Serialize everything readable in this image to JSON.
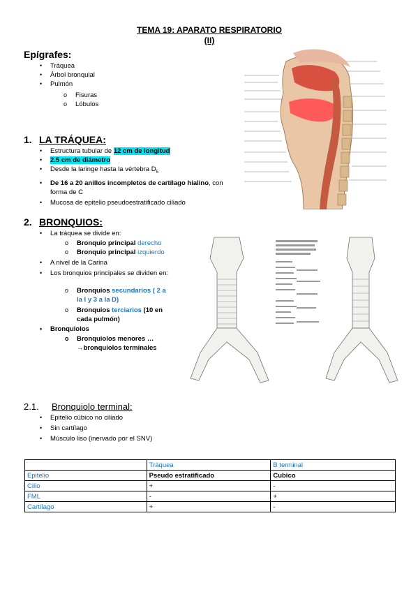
{
  "doc": {
    "title_line1": "TEMA 19: APARATO RESPIRATORIO",
    "title_line2": "(II)"
  },
  "epigrafes": {
    "heading": "Epígrafes:",
    "items": [
      "Tráquea",
      "Árbol bronquial",
      "Pulmón"
    ],
    "sub_items": [
      "Fisuras",
      "Lóbulos"
    ]
  },
  "traquea": {
    "number": "1.",
    "heading": "LA TRÁQUEA:",
    "b1_pre": "Estructura tubular de ",
    "b1_hl": "12 cm de longitud",
    "b2_hl": "2.5 cm de diámetro",
    "b3": "Desde la laringe hasta la vértebra D",
    "b3_sub": "5",
    "b4_bold": "De 16 a 20 anillos incompletos de cartílago hialino",
    "b4_rest": ", con forma de C",
    "b5": "Mucosa de epitelio pseudoestratificado ciliado"
  },
  "bronquios": {
    "number": "2.",
    "heading": "BRONQUIOS:",
    "b1": "La tráquea se divide en:",
    "s1_bold": "Bronquio principal ",
    "s1_blue": "derecho",
    "s2_bold": "Bronquio principal ",
    "s2_blue": "izquierdo",
    "b2": "A nivel de la Carina",
    "b3": "Los bronquios principales se dividen en:",
    "s3_bold": "Bronquios ",
    "s3_blue": "secundarios ( 2 a la I y 3 a la D)",
    "s4_bold": "Bronquios ",
    "s4_blue": "terciarios",
    "s4_rest": " (10 en cada pulmón)",
    "b4": "Bronquiolos",
    "s5": "Bronquiolos menores … →bronquiolos terminales"
  },
  "bronquiolo": {
    "number": "2.1.",
    "heading": "Bronquiolo terminal:",
    "items": [
      "Epitelio cúbico no ciliado",
      "Sin cartílago",
      "Músculo liso (inervado por el SNV)"
    ]
  },
  "table": {
    "headers": [
      "",
      "Tráquea",
      "B terminal"
    ],
    "rows": [
      [
        "Epitelio",
        "Pseudo estratificado",
        "Cubico"
      ],
      [
        "Cilio",
        "+",
        "-"
      ],
      [
        "FML",
        "-",
        "+"
      ],
      [
        "Cartílago",
        "+",
        "-"
      ]
    ]
  },
  "colors": {
    "highlight": "#00e5f5",
    "blue": "#1e73be"
  }
}
